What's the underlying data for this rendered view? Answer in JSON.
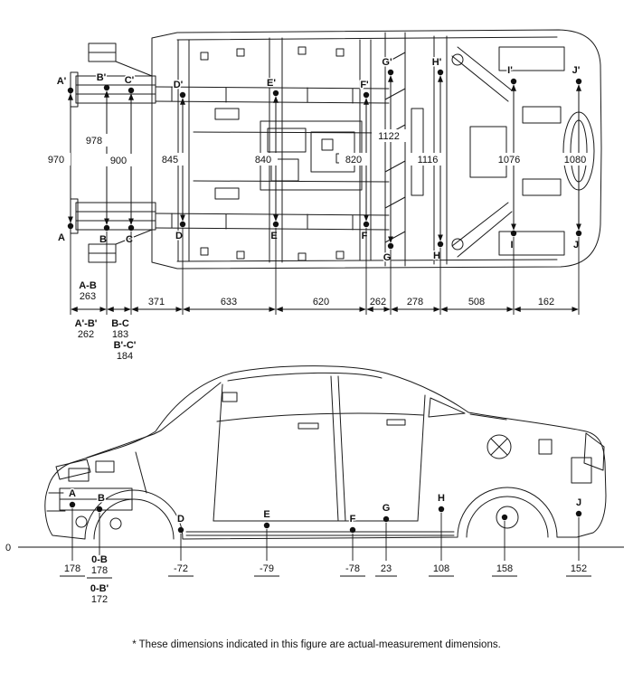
{
  "note": "* These dimensions indicated in this figure are actual-measurement dimensions.",
  "underbody": {
    "top_points": [
      "A'",
      "B'",
      "C'",
      "D'",
      "E'",
      "F'",
      "G'",
      "H'",
      "I'",
      "J'"
    ],
    "bottom_points": [
      "A",
      "B",
      "C",
      "D",
      "E",
      "F",
      "G",
      "H",
      "I",
      "J"
    ],
    "widths": [
      "970",
      "978",
      "900",
      "845",
      "840",
      "820",
      "1122",
      "1116",
      "1076",
      "1080"
    ],
    "chain_pairs": [
      {
        "label": "A-B",
        "value": "263"
      },
      {
        "label": "A'-B'",
        "value": "262"
      },
      {
        "label": "B-C",
        "value": "183"
      },
      {
        "label": "B'-C'",
        "value": "184"
      }
    ],
    "chain_segments": [
      "371",
      "633",
      "620",
      "262",
      "278",
      "508",
      "162"
    ]
  },
  "side": {
    "zero_label": "0",
    "point_labels": [
      "A",
      "B",
      "D",
      "E",
      "F",
      "G",
      "H",
      "J"
    ],
    "pair_labels": [
      {
        "label": "0-B",
        "value": "178"
      },
      {
        "label": "0-B'",
        "value": "172"
      }
    ],
    "values": [
      "178",
      "-72",
      "-79",
      "-78",
      "23",
      "108",
      "158",
      "152"
    ]
  }
}
